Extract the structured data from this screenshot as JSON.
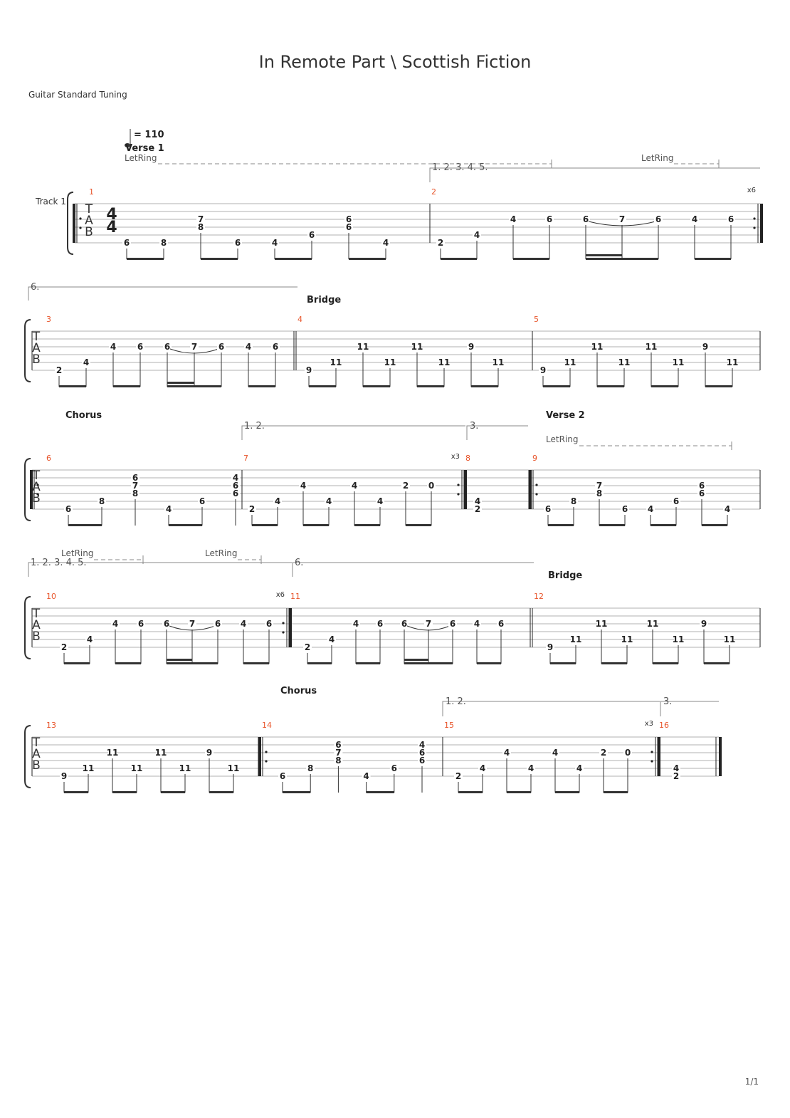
{
  "title": "In Remote Part \\ Scottish Fiction",
  "tuning": "Guitar Standard Tuning",
  "tempo": "= 110",
  "track_label": "Track 1",
  "time_signature": {
    "top": "4",
    "bottom": "4"
  },
  "tab_clef": [
    "T",
    "A",
    "B"
  ],
  "page_number": "1/1",
  "colors": {
    "measure_number": "#e8542a",
    "staff_line": "#b0b0b0",
    "text": "#222222"
  },
  "systems": [
    {
      "measures": [
        {
          "number": "1",
          "repeat_start": true,
          "time_sig": true,
          "notes": [
            [
              "6",
              5
            ],
            [
              "8",
              5
            ],
            [
              "7|8",
              2
            ],
            [
              "6",
              5
            ],
            [
              "4",
              5
            ],
            [
              "6",
              4
            ],
            [
              "6|6",
              2
            ],
            [
              "4",
              5
            ]
          ]
        },
        {
          "number": "2",
          "repeat_end": true,
          "repeat_count": "x6",
          "notes": [
            [
              "2",
              5
            ],
            [
              "4",
              4
            ],
            [
              "4",
              2
            ],
            [
              "6",
              2
            ],
            [
              "6",
              2,
              "slur",
              "d16"
            ],
            [
              "7",
              2,
              "d16"
            ],
            [
              "6",
              2
            ],
            [
              "4",
              2
            ],
            [
              "6",
              2
            ]
          ]
        }
      ]
    },
    {
      "measures": [
        {
          "number": "3",
          "end_double": true,
          "notes": [
            [
              "2",
              5
            ],
            [
              "4",
              4
            ],
            [
              "4",
              2
            ],
            [
              "6",
              2
            ],
            [
              "6",
              2,
              "slur",
              "d16"
            ],
            [
              "7",
              2,
              "d16"
            ],
            [
              "6",
              2
            ],
            [
              "4",
              2
            ],
            [
              "6",
              2
            ]
          ]
        },
        {
          "number": "4",
          "notes": [
            [
              "9",
              5
            ],
            [
              "11",
              4
            ],
            [
              "11",
              2
            ],
            [
              "11",
              4
            ],
            [
              "11",
              2
            ],
            [
              "11",
              4
            ],
            [
              "9",
              2
            ],
            [
              "11",
              4
            ]
          ]
        },
        {
          "number": "5",
          "notes": [
            [
              "9",
              5
            ],
            [
              "11",
              4
            ],
            [
              "11",
              2
            ],
            [
              "11",
              4
            ],
            [
              "11",
              2
            ],
            [
              "11",
              4
            ],
            [
              "9",
              2
            ],
            [
              "11",
              4
            ]
          ]
        }
      ]
    },
    {
      "measures": [
        {
          "number": "6",
          "repeat_start": true,
          "notes": [
            [
              "6",
              5
            ],
            [
              "8",
              4
            ],
            [
              "6|7|8",
              1
            ],
            [
              "4",
              5
            ],
            [
              "6",
              4
            ],
            [
              "4|6|6",
              1
            ]
          ]
        },
        {
          "number": "7",
          "repeat_end": true,
          "repeat_count": "x3",
          "notes": [
            [
              "2",
              5
            ],
            [
              "4",
              4
            ],
            [
              "4",
              2
            ],
            [
              "4",
              4
            ],
            [
              "4",
              2
            ],
            [
              "4",
              4
            ],
            [
              "2",
              2
            ],
            [
              "0",
              2
            ]
          ]
        },
        {
          "number": "8",
          "end_double": true,
          "notes": [
            [
              "4|2",
              4,
              "chord"
            ]
          ]
        },
        {
          "number": "9",
          "repeat_start": true,
          "notes": [
            [
              "6",
              5
            ],
            [
              "8",
              4
            ],
            [
              "7|8",
              2
            ],
            [
              "6",
              5
            ],
            [
              "4",
              5
            ],
            [
              "6",
              4
            ],
            [
              "6|6",
              2
            ],
            [
              "4",
              5
            ]
          ]
        }
      ]
    },
    {
      "measures": [
        {
          "number": "10",
          "repeat_end": true,
          "repeat_count": "x6",
          "notes": [
            [
              "2",
              5
            ],
            [
              "4",
              4
            ],
            [
              "4",
              2
            ],
            [
              "6",
              2
            ],
            [
              "6",
              2,
              "slur",
              "d16"
            ],
            [
              "7",
              2,
              "d16"
            ],
            [
              "6",
              2
            ],
            [
              "4",
              2
            ],
            [
              "6",
              2
            ]
          ]
        },
        {
          "number": "11",
          "end_double": true,
          "notes": [
            [
              "2",
              5
            ],
            [
              "4",
              4
            ],
            [
              "4",
              2
            ],
            [
              "6",
              2
            ],
            [
              "6",
              2,
              "slur",
              "d16"
            ],
            [
              "7",
              2,
              "d16"
            ],
            [
              "6",
              2
            ],
            [
              "4",
              2
            ],
            [
              "6",
              2
            ]
          ]
        },
        {
          "number": "12",
          "notes": [
            [
              "9",
              5
            ],
            [
              "11",
              4
            ],
            [
              "11",
              2
            ],
            [
              "11",
              4
            ],
            [
              "11",
              2
            ],
            [
              "11",
              4
            ],
            [
              "9",
              2
            ],
            [
              "11",
              4
            ]
          ]
        }
      ]
    },
    {
      "measures": [
        {
          "number": "13",
          "end_double": true,
          "notes": [
            [
              "9",
              5
            ],
            [
              "11",
              4
            ],
            [
              "11",
              2
            ],
            [
              "11",
              4
            ],
            [
              "11",
              2
            ],
            [
              "11",
              4
            ],
            [
              "9",
              2
            ],
            [
              "11",
              4
            ]
          ]
        },
        {
          "number": "14",
          "repeat_start": true,
          "notes": [
            [
              "6",
              5
            ],
            [
              "8",
              4
            ],
            [
              "6|7|8",
              1
            ],
            [
              "4",
              5
            ],
            [
              "6",
              4
            ],
            [
              "4|6|6",
              1
            ]
          ]
        },
        {
          "number": "15",
          "repeat_end": true,
          "repeat_count": "x3",
          "notes": [
            [
              "2",
              5
            ],
            [
              "4",
              4
            ],
            [
              "4",
              2
            ],
            [
              "4",
              4
            ],
            [
              "4",
              2
            ],
            [
              "4",
              4
            ],
            [
              "2",
              2
            ],
            [
              "0",
              2
            ]
          ]
        },
        {
          "number": "16",
          "final": true,
          "notes": [
            [
              "4|2",
              4,
              "chord"
            ]
          ]
        }
      ]
    }
  ],
  "sections": {
    "verse1": "Verse 1",
    "bridge": "Bridge",
    "chorus": "Chorus",
    "verse2": "Verse 2"
  },
  "endings": {
    "e12345": "1. 2. 3. 4. 5.",
    "e6": "6.",
    "e12": "1. 2.",
    "e3": "3."
  },
  "let_ring": "LetRing"
}
